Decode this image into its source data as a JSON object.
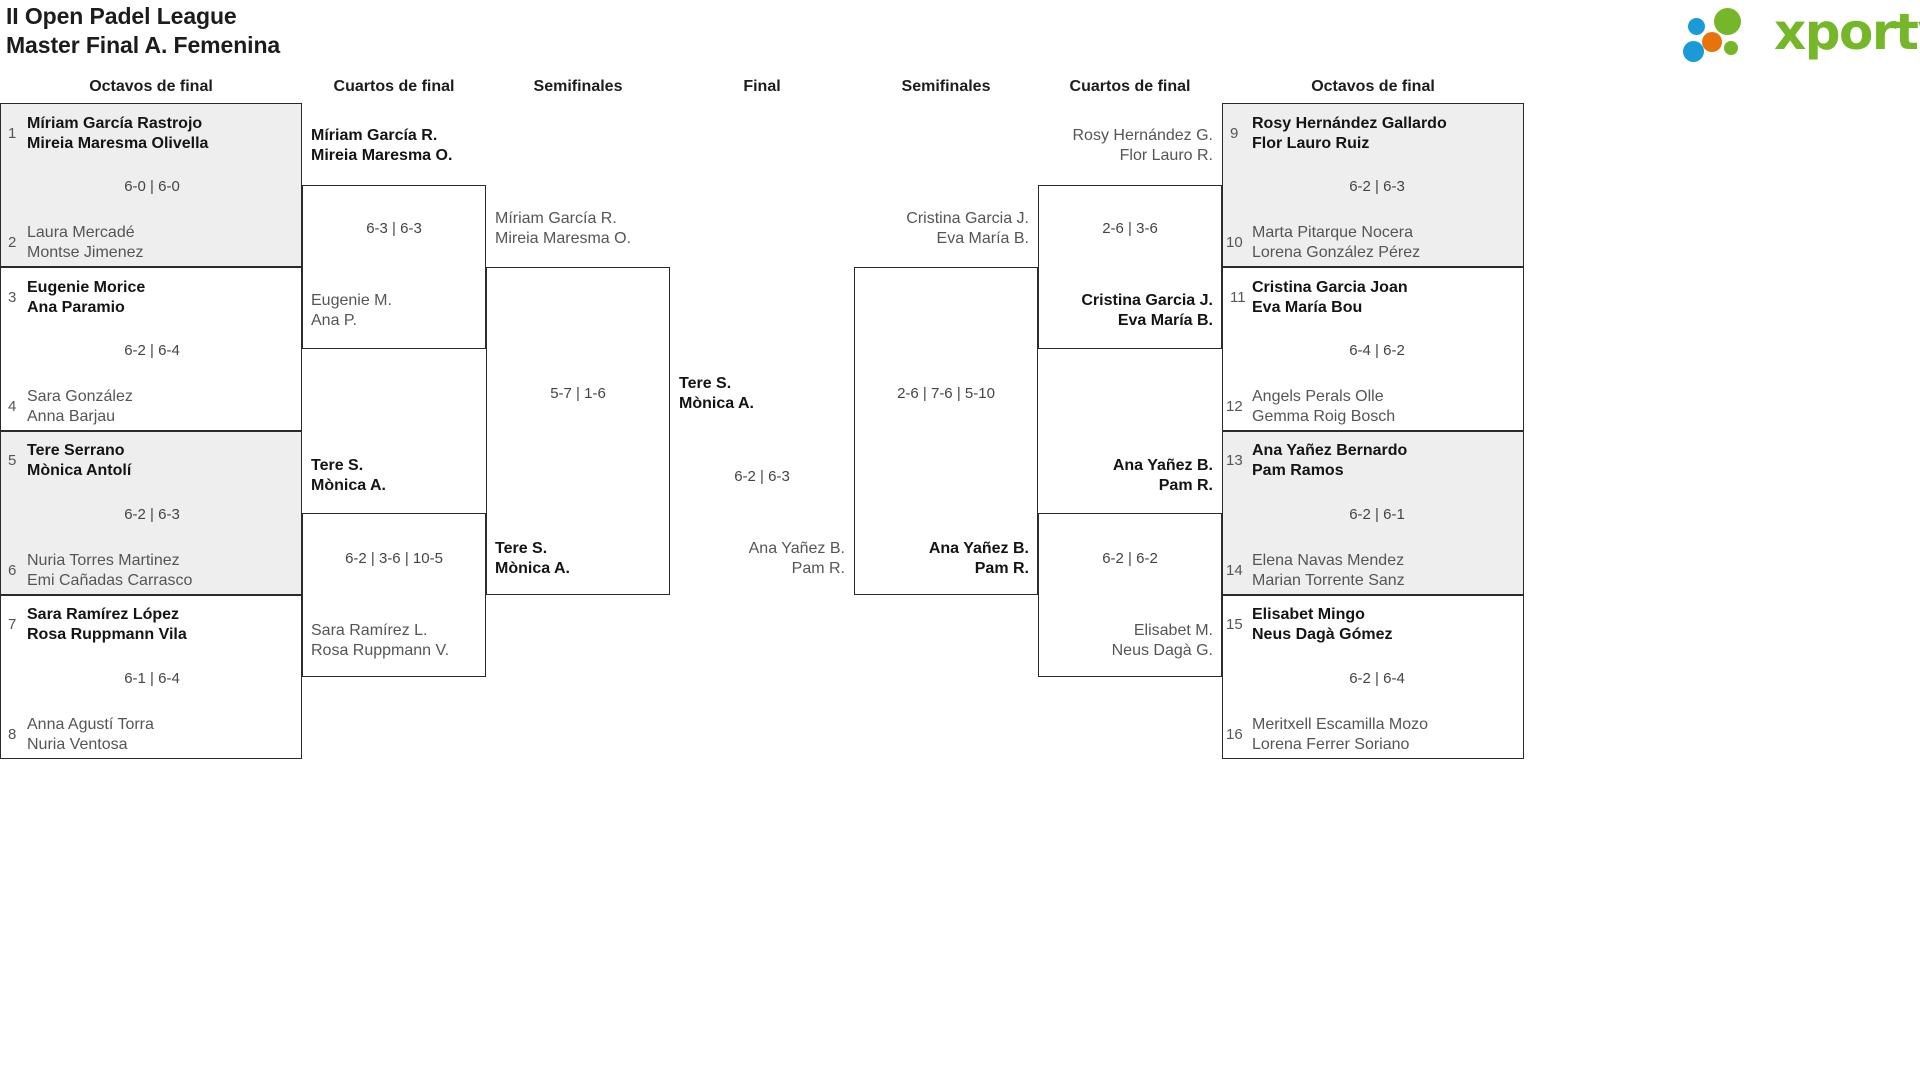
{
  "header": {
    "title_line1": "II Open Padel League",
    "title_line2": "Master Final A. Femenina",
    "logo_text": "xporty",
    "logo_colors": {
      "green": "#76b729",
      "blue": "#1a9bd7",
      "orange": "#e8730b"
    }
  },
  "rounds": [
    {
      "label": "Octavos de final"
    },
    {
      "label": "Cuartos de final"
    },
    {
      "label": "Semifinales"
    },
    {
      "label": "Final"
    },
    {
      "label": "Semifinales"
    },
    {
      "label": "Cuartos de final"
    },
    {
      "label": "Octavos de final"
    }
  ],
  "left": {
    "r16": [
      {
        "seed": "1",
        "p1": "Míriam García Rastrojo",
        "p2": "Mireia Maresma Olivella",
        "result": "win"
      },
      {
        "seed": "2",
        "p1": "Laura Mercadé",
        "p2": "Montse Jimenez",
        "result": "lose"
      },
      {
        "seed": "3",
        "p1": "Eugenie Morice",
        "p2": "Ana Paramio",
        "result": "win"
      },
      {
        "seed": "4",
        "p1": "Sara González",
        "p2": "Anna Barjau",
        "result": "lose"
      },
      {
        "seed": "5",
        "p1": "Tere Serrano",
        "p2": "Mònica Antolí",
        "result": "win"
      },
      {
        "seed": "6",
        "p1": "Nuria Torres Martinez",
        "p2": "Emi Cañadas Carrasco",
        "result": "lose"
      },
      {
        "seed": "7",
        "p1": "Sara Ramírez López",
        "p2": "Rosa Ruppmann Vila",
        "result": "win"
      },
      {
        "seed": "8",
        "p1": "Anna Agustí Torra",
        "p2": "Nuria Ventosa",
        "result": "lose"
      }
    ],
    "r16_scores": [
      "6-0 | 6-0",
      "6-2 | 6-4",
      "6-2 | 6-3",
      "6-1 | 6-4"
    ],
    "qf": [
      {
        "p1": "Míriam García R.",
        "p2": "Mireia Maresma O.",
        "result": "win"
      },
      {
        "p1": "Eugenie M.",
        "p2": "Ana P.",
        "result": "lose"
      },
      {
        "p1": "Tere S.",
        "p2": "Mònica A.",
        "result": "win"
      },
      {
        "p1": "Sara Ramírez L.",
        "p2": "Rosa Ruppmann V.",
        "result": "lose"
      }
    ],
    "qf_scores": [
      "6-3 | 6-3",
      "6-2 | 3-6 | 10-5"
    ],
    "sf": [
      {
        "p1": "Míriam García R.",
        "p2": "Mireia Maresma O.",
        "result": "lose"
      },
      {
        "p1": "Tere S.",
        "p2": "Mònica A.",
        "result": "win"
      }
    ],
    "sf_scores": [
      "5-7 | 1-6"
    ]
  },
  "final": {
    "top": {
      "p1": "Tere S.",
      "p2": "Mònica A.",
      "result": "win"
    },
    "bottom": {
      "p1": "Ana Yañez B.",
      "p2": "Pam R.",
      "result": "lose"
    },
    "score": "6-2 | 6-3"
  },
  "right": {
    "sf": [
      {
        "p1": "Cristina Garcia J.",
        "p2": "Eva María B.",
        "result": "lose"
      },
      {
        "p1": "Ana Yañez B.",
        "p2": "Pam R.",
        "result": "win"
      }
    ],
    "sf_scores": [
      "2-6 | 7-6 | 5-10"
    ],
    "qf": [
      {
        "p1": "Rosy Hernández G.",
        "p2": "Flor Lauro R.",
        "result": "lose"
      },
      {
        "p1": "Cristina Garcia J.",
        "p2": "Eva María B.",
        "result": "win"
      },
      {
        "p1": "Ana Yañez B.",
        "p2": "Pam R.",
        "result": "win"
      },
      {
        "p1": "Elisabet M.",
        "p2": "Neus Dagà G.",
        "result": "lose"
      }
    ],
    "qf_scores": [
      "2-6 | 3-6",
      "6-2 | 6-2"
    ],
    "r16": [
      {
        "seed": "9",
        "p1": "Rosy Hernández Gallardo",
        "p2": "Flor Lauro Ruiz",
        "result": "win"
      },
      {
        "seed": "10",
        "p1": "Marta Pitarque Nocera",
        "p2": "Lorena González Pérez",
        "result": "lose"
      },
      {
        "seed": "11",
        "p1": "Cristina Garcia Joan",
        "p2": "Eva María Bou",
        "result": "win"
      },
      {
        "seed": "12",
        "p1": "Angels Perals Olle",
        "p2": "Gemma Roig Bosch",
        "result": "lose"
      },
      {
        "seed": "13",
        "p1": "Ana Yañez Bernardo",
        "p2": "Pam Ramos",
        "result": "win"
      },
      {
        "seed": "14",
        "p1": "Elena Navas Mendez",
        "p2": "Marian Torrente Sanz",
        "result": "lose"
      },
      {
        "seed": "15",
        "p1": "Elisabet Mingo",
        "p2": "Neus Dagà Gómez",
        "result": "win"
      },
      {
        "seed": "16",
        "p1": "Meritxell Escamilla Mozo",
        "p2": "Lorena Ferrer Soriano",
        "result": "lose"
      }
    ],
    "r16_scores": [
      "6-2 | 6-3",
      "6-4 | 6-2",
      "6-2 | 6-1",
      "6-2 | 6-4"
    ]
  }
}
